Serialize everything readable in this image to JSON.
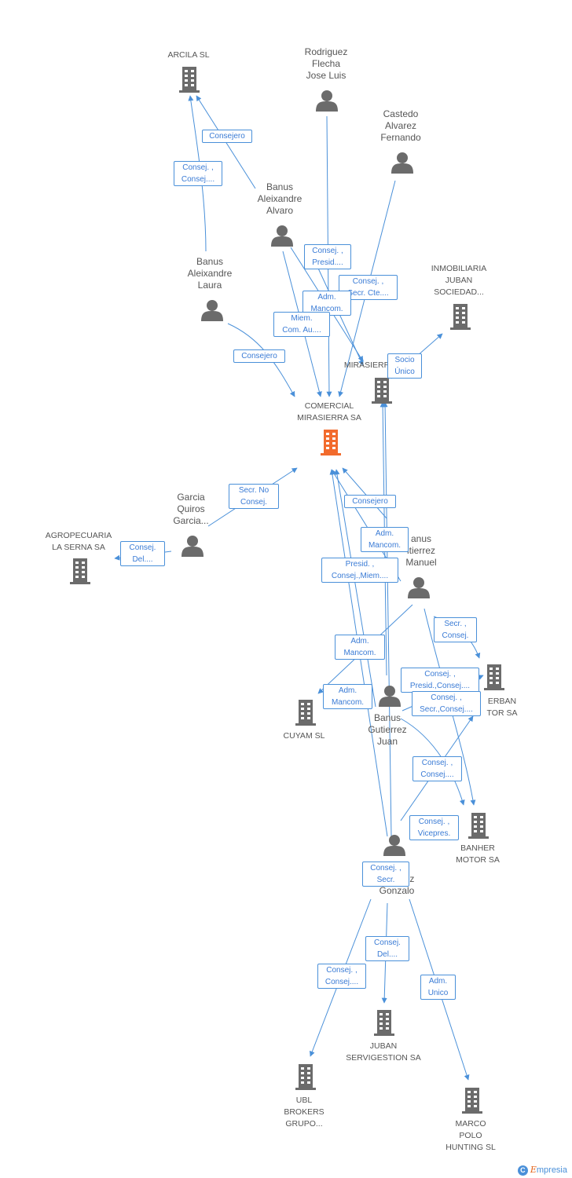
{
  "colors": {
    "edge": "#4a90d9",
    "icon": "#6b6b6b",
    "focus": "#f26b2d",
    "label": "#555555"
  },
  "nodes": {
    "arcila": "ARCILA SL",
    "rodriguez": "Rodriguez\nFlecha\nJose Luis",
    "castedo": "Castedo\nAlvarez\nFernando",
    "banus_alvaro": "Banus\nAleixandre\nAlvaro",
    "banus_laura": "Banus\nAleixandre\nLaura",
    "inmobiliaria": "INMOBILIARIA\nJUBAN\nSOCIEDAD...",
    "mirasierra": "MIRASIERR",
    "comercial": "COMERCIAL\nMIRASIERRA SA",
    "garcia": "Garcia\nQuiros\nGarcia...",
    "agropecuaria": "AGROPECUARIA\nLA SERNA SA",
    "manuel": "anus\nitierrez\nManuel",
    "cuyam": "CUYAM SL",
    "juan": "Banus\nGutierrez\nJuan",
    "herban": "ERBAN\nTOR SA",
    "banher": "BANHER\nMOTOR SA",
    "gonzalo": "z\nGonzalo",
    "juban_serv": "JUBAN\nSERVIGESTION SA",
    "ubl": "UBL\nBROKERS\nGRUPO...",
    "marco": "MARCO\nPOLO\nHUNTING SL"
  },
  "edge_labels": [
    "Consejero",
    "Consej. ,\nConsej....",
    "Consej. ,\nPresid....",
    "Consej. ,\nSecr. Cte....",
    "Adm.\nMancom.",
    "Miem.\nCom. Au....",
    "Consejero",
    "Socio\nÚnico",
    "Secr.  No\nConsej.",
    "Consej.\nDel....",
    "Consejero",
    "Adm.\nMancom.",
    "Presid. ,\nConsej.,Miem....",
    "Secr. ,\nConsej.",
    "Adm.\nMancom.",
    "Adm.\nMancom.",
    "Consej. ,\nPresid.,Consej....",
    "Consej. ,\nSecr.,Consej....",
    "Consej. ,\nConsej....",
    "Consej. ,\nVicepres.",
    "Consej. ,\nSecr.",
    "Consej.\nDel....",
    "Consej. ,\nConsej....",
    "Adm.\nUnico"
  ],
  "footer": {
    "copyright": "C",
    "brand": "mpresia",
    "brand_initial": "E"
  }
}
